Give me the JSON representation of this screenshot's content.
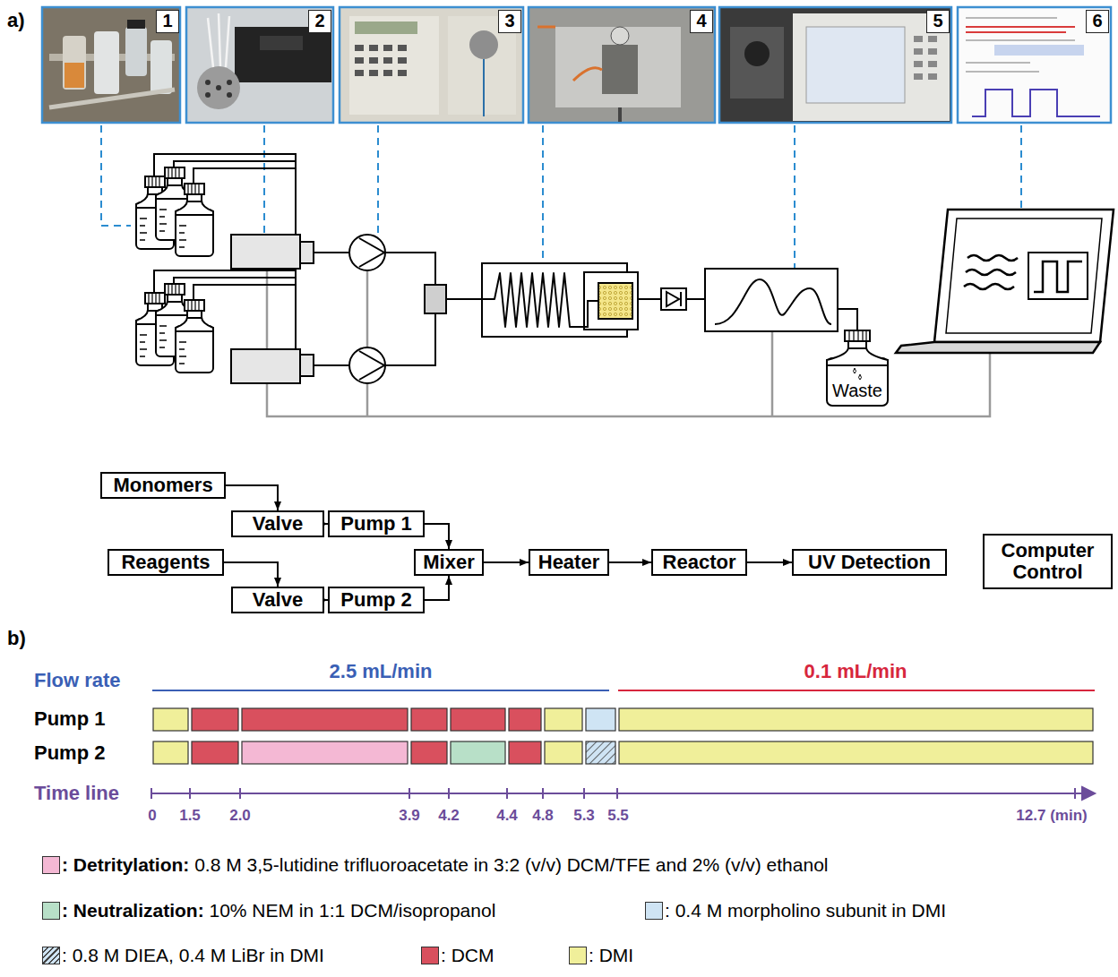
{
  "diagram": {
    "nodes": [
      {
        "text": [
          "Waste"
        ]
      },
      {
        "text": [
          "Monomers"
        ]
      },
      {
        "text": [
          "Valve"
        ]
      },
      {
        "text": [
          "Pump 1"
        ]
      },
      {
        "text": [
          "Reagents"
        ]
      },
      {
        "text": [
          "Mixer"
        ]
      },
      {
        "text": [
          "Heater"
        ]
      },
      {
        "text": [
          "Reactor"
        ]
      },
      {
        "text": [
          "UV Detection"
        ]
      },
      {
        "text": [
          "Computer Control"
        ]
      },
      {
        "text": [
          "Valve"
        ]
      },
      {
        "text": [
          "Pump 2"
        ]
      }
    ],
    "edges": [
      {
        "from": 1,
        "to": 2,
        "arrow": "to"
      },
      {
        "from": 2,
        "to": 3,
        "arrow": "to"
      },
      {
        "from": 3,
        "to": 5,
        "arrow": "to"
      },
      {
        "from": 4,
        "to": 10,
        "arrow": "to"
      },
      {
        "from": 10,
        "to": 11,
        "arrow": "to"
      },
      {
        "from": 11,
        "to": 5,
        "arrow": "to"
      },
      {
        "from": 5,
        "to": 6,
        "arrow": "to"
      },
      {
        "from": 6,
        "to": 7,
        "arrow": "to"
      },
      {
        "from": 7,
        "to": 8,
        "arrow": "to"
      }
    ],
    "labels": [
      "a)",
      "1",
      "2",
      "3",
      "4",
      "5",
      "6",
      "b)",
      "Flow rate",
      "2.5 mL/min",
      "0.1 mL/min",
      "Pump 1",
      "Pump 2",
      "Time line",
      "0",
      "1.5",
      "2.0",
      "3.9",
      "4.2",
      "4.4",
      "4.8",
      "5.3",
      "5.5",
      "12.7 (min)"
    ],
    "legend": [
      {
        "text": ": Detritylation: 0.8 M 3,5-lutidine trifluoroacetate in 3:2 (v/v) DCM/TFE and 2% (v/v) ethanol",
        "color": "#f4b8d4"
      },
      {
        "text": ": Neutralization: 10% NEM in 1:1 DCM/isopropanol",
        "color": "#b8e0c8"
      },
      {
        "text": ": 0.4 M morpholino subunit in DMI",
        "color": "#cfe4f4"
      },
      {
        "text": ": 0.8 M DIEA, 0.4 M LiBr in DMI"
      },
      {
        "text": ": DCM",
        "color": "#d9505e"
      },
      {
        "text": ": DMI",
        "color": "#f0ef9a"
      }
    ]
  }
}
